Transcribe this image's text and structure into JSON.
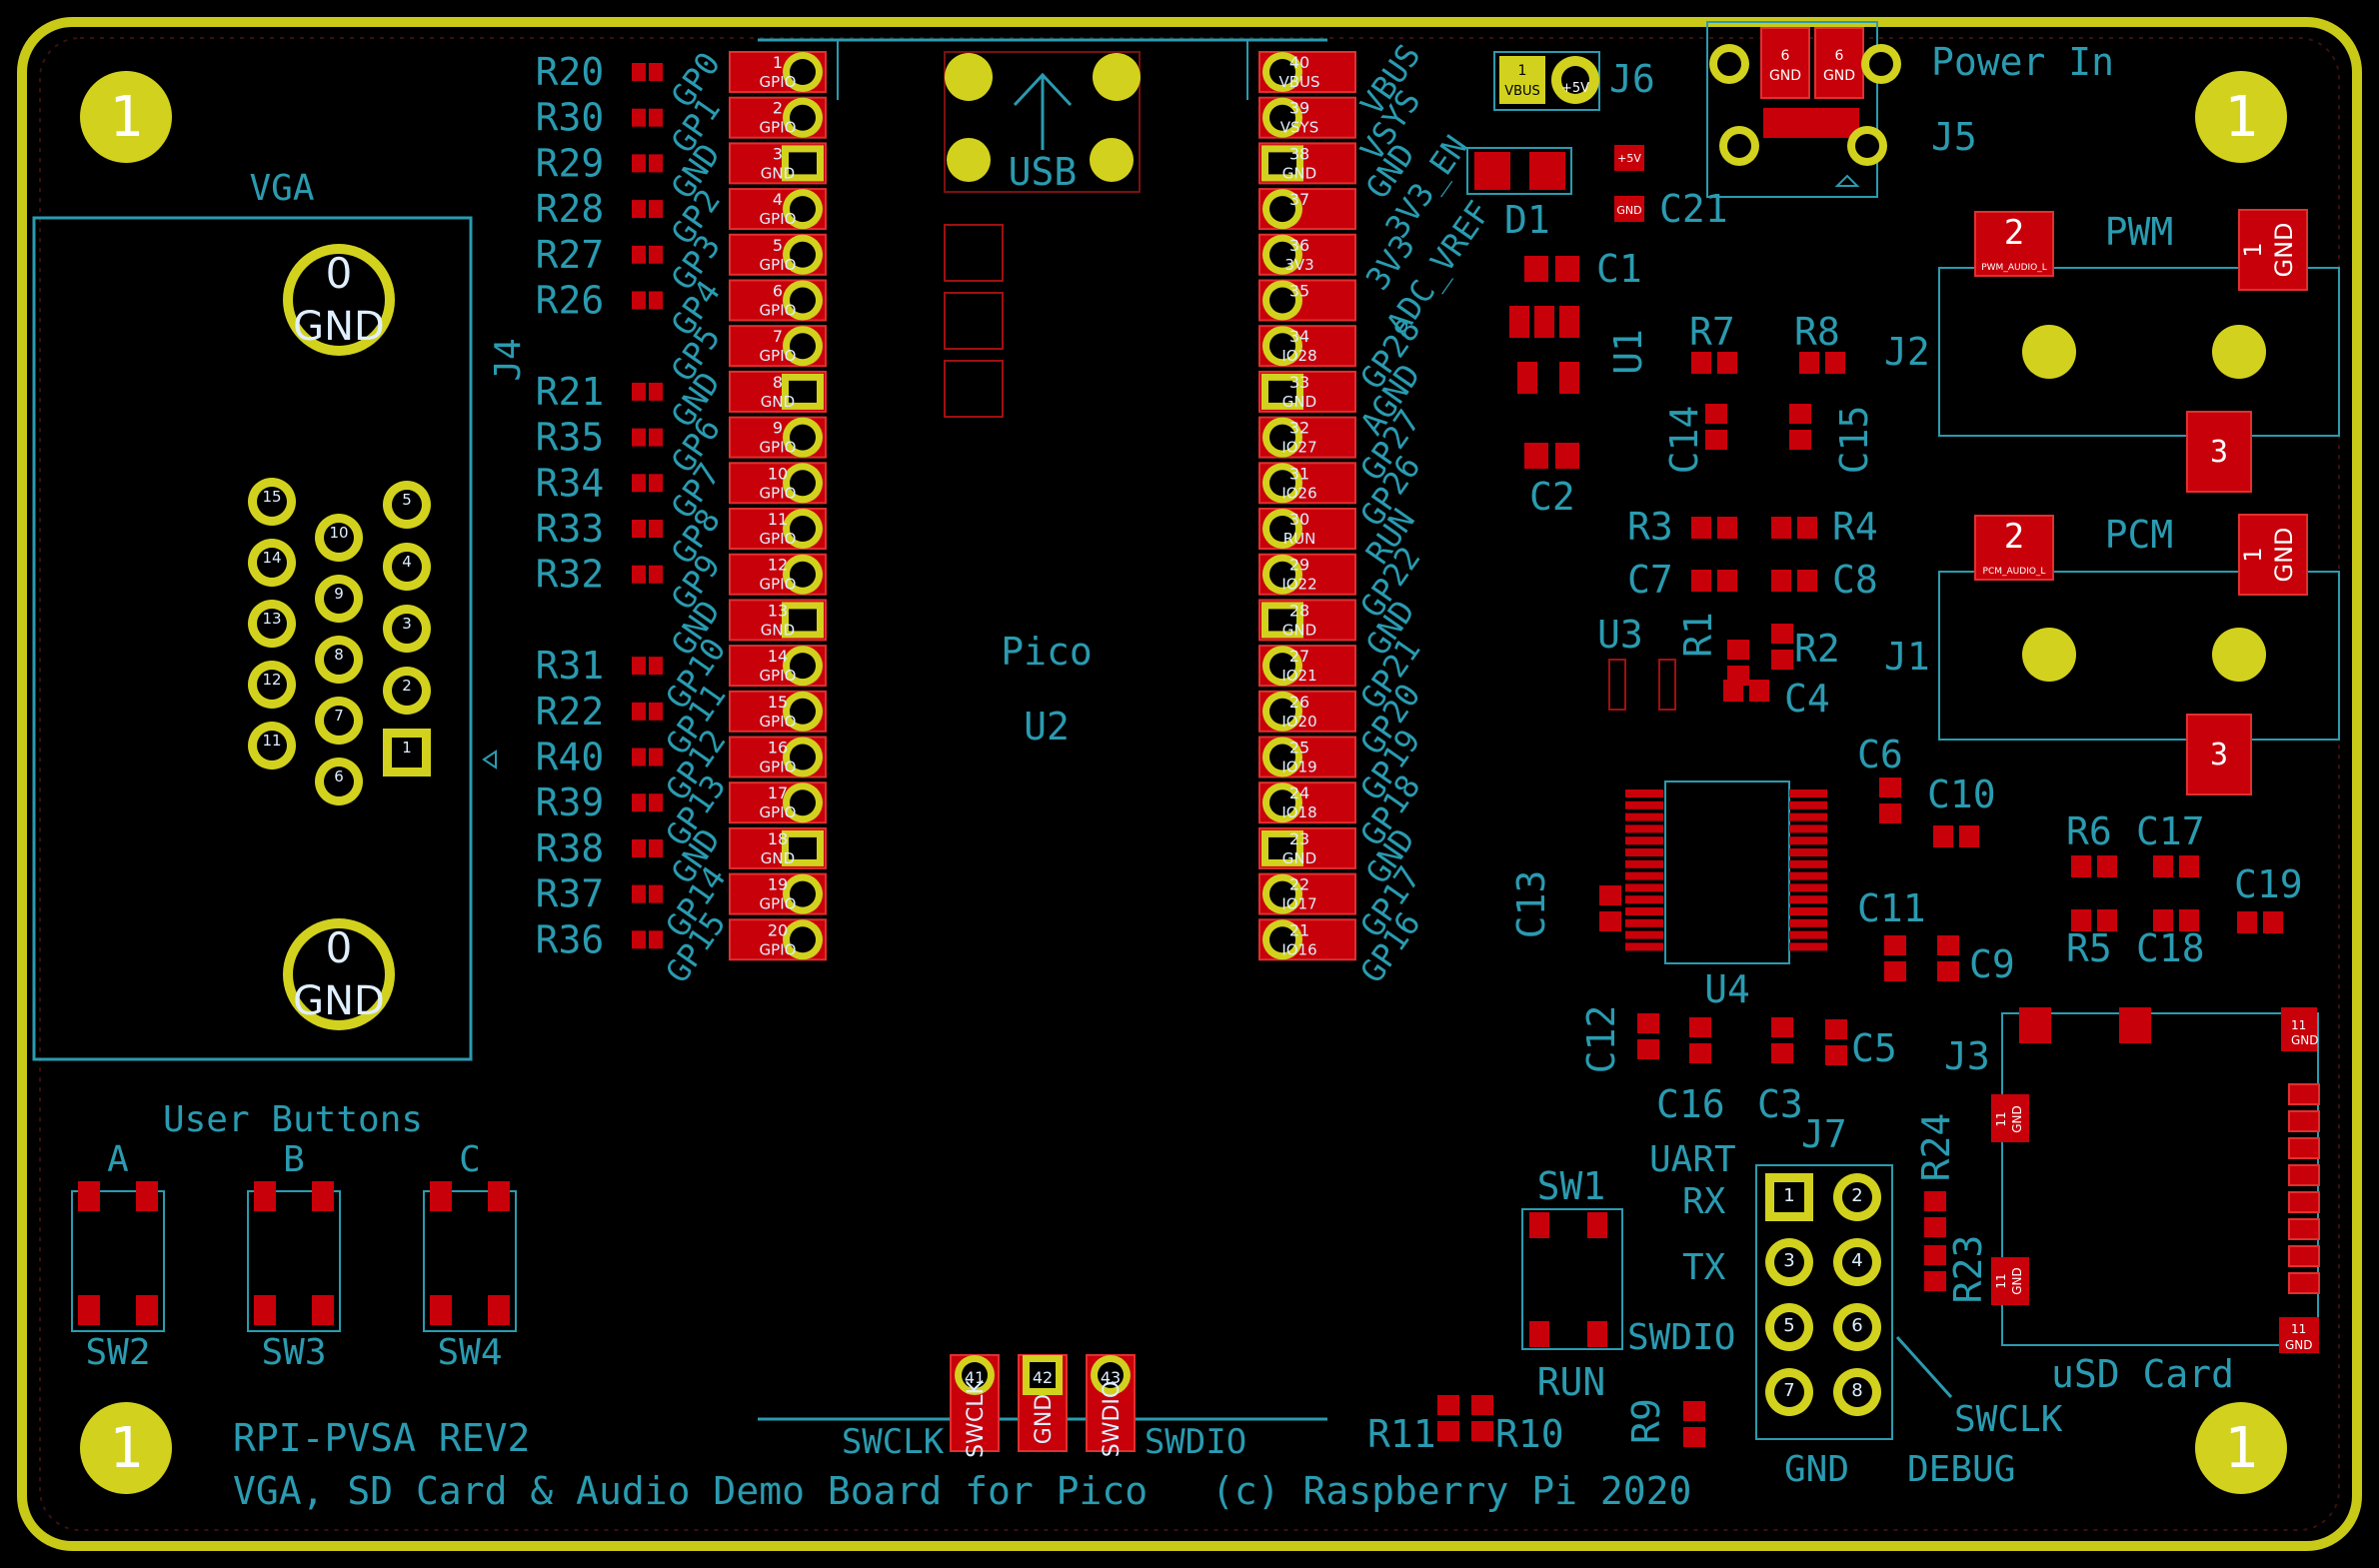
{
  "board": {
    "title": "RPI-PVSA REV2",
    "subtitle": "VGA, SD Card & Audio Demo Board for Pico",
    "copyright": "(c) Raspberry Pi 2020",
    "mount_hole_label": "1",
    "colors": {
      "background": "#000000",
      "outline": "#c9c917",
      "silkscreen": "#2a9bb0",
      "pad": "#c8000a",
      "pad_border": "#e03030",
      "pth": "#d2d21e"
    }
  },
  "pico": {
    "name": "Pico",
    "ref": "U2",
    "usb_label": "USB",
    "left_pin_labels": [
      "GP0",
      "GP1",
      "GND",
      "GP2",
      "GP3",
      "GP4",
      "GP5",
      "GND",
      "GP6",
      "GP7",
      "GP8",
      "GP9",
      "GND",
      "GP10",
      "GP11",
      "GP12",
      "GP13",
      "GND",
      "GP14",
      "GP15"
    ],
    "right_pin_labels": [
      "VBUS",
      "VSYS",
      "GND",
      "3V3_EN",
      "3V3",
      "ADC_VREF",
      "GP28",
      "AGND",
      "GP27",
      "GP26",
      "RUN",
      "GP22",
      "GND",
      "GP21",
      "GP20",
      "GP19",
      "GP18",
      "GND",
      "GP17",
      "GP16"
    ],
    "left_resistors": [
      "R20",
      "R30",
      "R29",
      "R28",
      "R27",
      "R26",
      "",
      "R21",
      "R35",
      "R34",
      "R33",
      "R32",
      "",
      "R31",
      "R22",
      "R40",
      "R39",
      "R38",
      "R37",
      "R36"
    ],
    "left_pin_numbers": [
      "1",
      "2",
      "3",
      "4",
      "5",
      "6",
      "7",
      "8",
      "9",
      "10",
      "11",
      "12",
      "13",
      "14",
      "15",
      "16",
      "17",
      "18",
      "19",
      "20"
    ],
    "right_pin_numbers": [
      "40",
      "39",
      "38",
      "37",
      "36",
      "35",
      "34",
      "33",
      "32",
      "31",
      "30",
      "29",
      "28",
      "27",
      "26",
      "25",
      "24",
      "23",
      "22",
      "21"
    ],
    "left_pad_texts": [
      "GPIO",
      "GPIO",
      "GND",
      "GPIO",
      "GPIO",
      "GPIO",
      "GPIO",
      "GND",
      "GPIO",
      "GPIO",
      "GPIO",
      "GPIO",
      "GND",
      "GPIO",
      "GPIO",
      "GPIO",
      "GPIO",
      "GND",
      "GPIO",
      "GPIO"
    ],
    "right_pad_texts": [
      "VBUS",
      "VSYS",
      "GND",
      "",
      "3V3",
      "",
      "IO28",
      "GND",
      "IO27",
      "IO26",
      "RUN",
      "IO22",
      "GND",
      "IO21",
      "IO20",
      "IO19",
      "IO18",
      "GND",
      "IO17",
      "IO16"
    ],
    "debug_pins": [
      {
        "num": "41",
        "label": "SWCLK"
      },
      {
        "num": "42",
        "label": "GND"
      },
      {
        "num": "43",
        "label": "SWDIO"
      }
    ],
    "swclk_label": "SWCLK",
    "swdio_label": "SWDIO"
  },
  "vga": {
    "title": "VGA",
    "ref": "J4",
    "shield_num": "0",
    "shield_label": "GND",
    "pins_col1": [
      "15",
      "14",
      "13",
      "12",
      "11"
    ],
    "pins_col2": [
      "10",
      "9",
      "8",
      "7",
      "6"
    ],
    "pins_col3": [
      "5",
      "4",
      "3",
      "2",
      "1"
    ]
  },
  "buttons": {
    "title": "User Buttons",
    "items": [
      {
        "label": "A",
        "ref": "SW2"
      },
      {
        "label": "B",
        "ref": "SW3"
      },
      {
        "label": "C",
        "ref": "SW4"
      }
    ]
  },
  "power": {
    "title": "Power In",
    "ref": "J5",
    "j6_ref": "J6",
    "j6_pins": [
      "VBUS",
      "+5V"
    ],
    "d1": "D1",
    "c21": "C21",
    "c1": "C1",
    "u1": "U1",
    "c2": "C2"
  },
  "audio": {
    "pwm_title": "PWM",
    "pwm_ref": "J2",
    "pcm_title": "PCM",
    "pcm_ref": "J1",
    "pad_2": "2",
    "pad_1": "1",
    "pad_3": "3",
    "pad_gnd": "GND"
  },
  "components": {
    "r7": "R7",
    "r8": "R8",
    "c14": "C14",
    "c15": "C15",
    "r3": "R3",
    "r4": "R4",
    "c7": "C7",
    "c8": "C8",
    "u3": "U3",
    "r1": "R1",
    "r2": "R2",
    "c4": "C4",
    "c6": "C6",
    "c10": "C10",
    "r6": "R6",
    "c17": "C17",
    "c19": "C19",
    "r5": "R5",
    "c18": "C18",
    "c13": "C13",
    "c11": "C11",
    "c9": "C9",
    "u4": "U4",
    "c12": "C12",
    "c16": "C16",
    "c3": "C3",
    "c5": "C5",
    "r24": "R24",
    "r23": "R23",
    "r9": "R9",
    "r11": "R11",
    "r10": "R10"
  },
  "sd": {
    "title": "uSD Card",
    "ref": "J3",
    "gnd_num": "11",
    "gnd_label": "GND"
  },
  "debug": {
    "ref": "J7",
    "uart": "UART",
    "rx": "RX",
    "tx": "TX",
    "swdio": "SWDIO",
    "swclk": "SWCLK",
    "gnd": "GND",
    "title": "DEBUG",
    "pins": [
      "1",
      "2",
      "3",
      "4",
      "5",
      "6",
      "7",
      "8"
    ]
  },
  "reset": {
    "ref": "SW1",
    "label": "RUN"
  }
}
